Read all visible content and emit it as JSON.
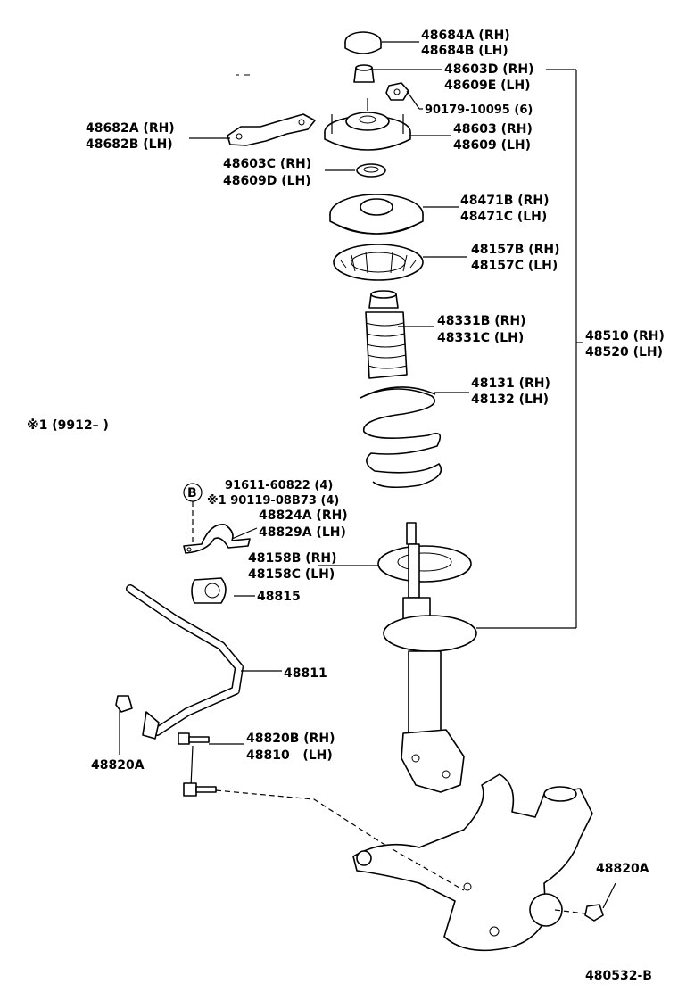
{
  "labels": {
    "p48684": [
      "48684A (RH)",
      "48684B (LH)"
    ],
    "p48603d": [
      "48603D (RH)",
      "48609E (LH)"
    ],
    "p90179": "90179-10095 (6)",
    "p48682": [
      "48682A (RH)",
      "48682B (LH)"
    ],
    "p48603": [
      "48603 (RH)",
      "48609 (LH)"
    ],
    "p48603c": [
      "48603C (RH)",
      "48609D (LH)"
    ],
    "p48471": [
      "48471B (RH)",
      "48471C (LH)"
    ],
    "p48157": [
      "48157B (RH)",
      "48157C (LH)"
    ],
    "p48331": [
      "48331B (RH)",
      "48331C (LH)"
    ],
    "p48131": [
      "48131 (RH)",
      "48132 (LH)"
    ],
    "p48510": [
      "48510 (RH)",
      "48520 (LH)"
    ],
    "note": "※1 (9912–      )",
    "p91611": "91611-60822 (4)",
    "p90119": "※1 90119-08B73 (4)",
    "b_marker": "B",
    "p48824": [
      "48824A (RH)",
      "48829A (LH)"
    ],
    "p48158": [
      "48158B (RH)",
      "48158C (LH)"
    ],
    "p48815": "48815",
    "p48811": "48811",
    "p48820a_left": "48820A",
    "p48820b": [
      "48820B (RH)",
      "48810   (LH)"
    ],
    "p48820a_right": "48820A",
    "diagram_id": "480532-B"
  }
}
